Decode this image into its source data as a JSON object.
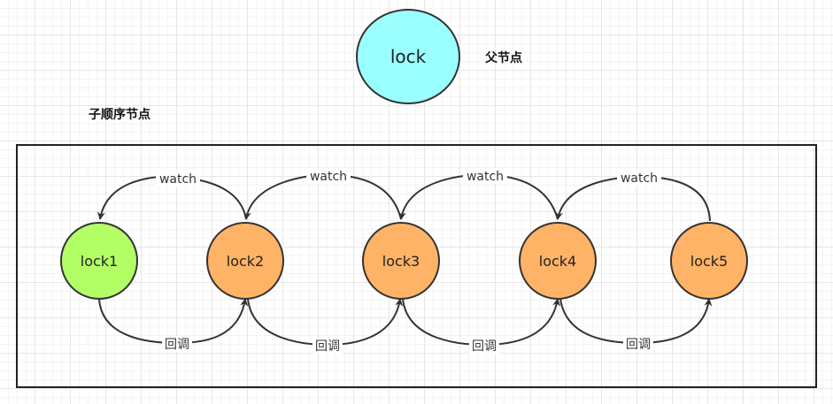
{
  "parent": {
    "label": "lock",
    "caption": "父节点",
    "fill": "#99ffff"
  },
  "children_caption": "子顺序节点",
  "children": [
    {
      "label": "lock1",
      "fill": "#b3ff66"
    },
    {
      "label": "lock2",
      "fill": "#ffb366"
    },
    {
      "label": "lock3",
      "fill": "#ffb366"
    },
    {
      "label": "lock4",
      "fill": "#ffb366"
    },
    {
      "label": "lock5",
      "fill": "#ffb366"
    }
  ],
  "watch_label": "watch",
  "callback_label": "回调",
  "colors": {
    "stroke": "#333333",
    "box": "#222222"
  }
}
